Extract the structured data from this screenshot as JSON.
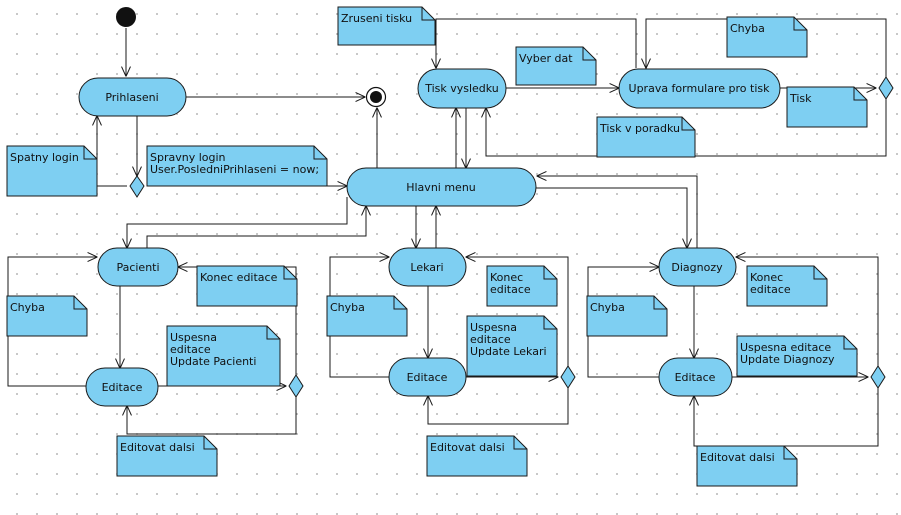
{
  "activities": {
    "prihlaseni": "Prihlaseni",
    "hlavni_menu": "Hlavni menu",
    "tisk_vysledku": "Tisk vysledku",
    "uprava_formulare": "Uprava formulare pro tisk",
    "pacienti": "Pacienti",
    "pacienti_editace": "Editace",
    "lekari": "Lekari",
    "lekari_editace": "Editace",
    "diagnozy": "Diagnozy",
    "diagnozy_editace": "Editace"
  },
  "notes": {
    "zruseni_tisku": [
      "Zruseni tisku"
    ],
    "vyber_dat": [
      "Vyber dat"
    ],
    "chyba_tisk": [
      "Chyba"
    ],
    "tisk": [
      "Tisk"
    ],
    "tisk_v_poradku": [
      "Tisk v poradku"
    ],
    "spatny_login": [
      "Spatny login"
    ],
    "spravny_login": [
      "Spravny login",
      "User.PosledniPrihlaseni = now;"
    ],
    "konec_pacienti": [
      "Konec editace"
    ],
    "chyba_pacienti": [
      "Chyba"
    ],
    "uspesna_pacienti": [
      "Uspesna",
      "editace",
      "Update Pacienti"
    ],
    "editovat_pacienti": [
      "Editovat dalsi"
    ],
    "konec_lekari": [
      "Konec",
      "editace"
    ],
    "chyba_lekari": [
      "Chyba"
    ],
    "uspesna_lekari": [
      "Uspesna",
      "editace",
      "Update Lekari"
    ],
    "editovat_lekari": [
      "Editovat dalsi"
    ],
    "konec_diagnozy": [
      "Konec",
      "editace"
    ],
    "chyba_diagnozy": [
      "Chyba"
    ],
    "uspesna_diagnozy": [
      "Uspesna editace",
      "Update Diagnozy"
    ],
    "editovat_diagnozy": [
      "Editovat dalsi"
    ]
  },
  "colors": {
    "element_fill": "#7ecff2",
    "stroke": "#1a1a1a",
    "grid_dot": "#b8b8b8"
  }
}
